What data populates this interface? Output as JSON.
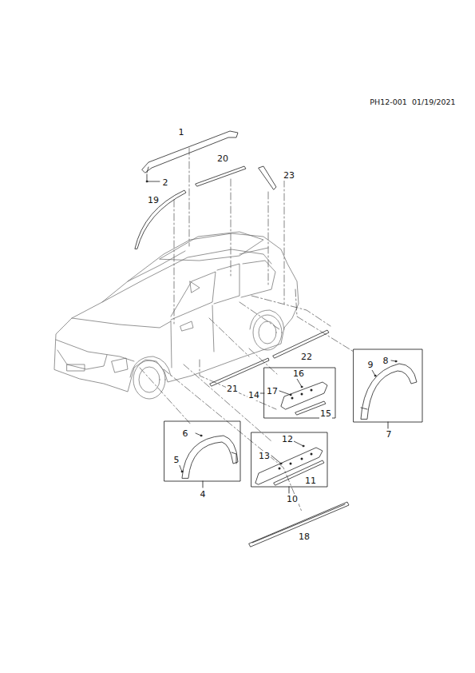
{
  "diagram": {
    "labels": [
      "PH12-001  01/19/2021",
      "1",
      "2",
      "20",
      "23",
      "19",
      "22",
      "16",
      "14",
      "17",
      "15",
      "21",
      "9",
      "8",
      "7",
      "6",
      "5",
      "4",
      "12",
      "13",
      "11",
      "10",
      "18"
    ]
  }
}
